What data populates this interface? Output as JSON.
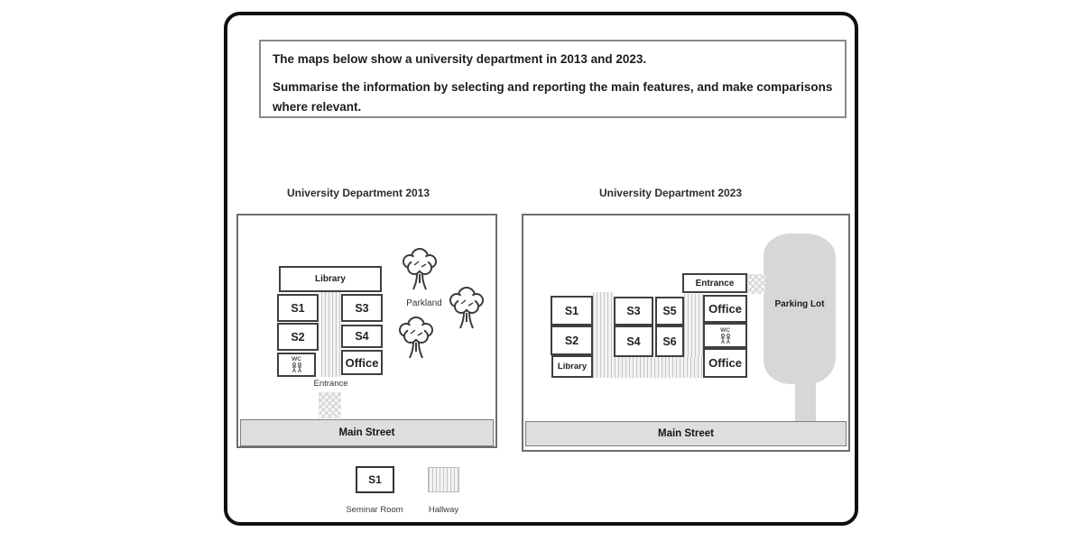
{
  "task": {
    "instruction_1": "The maps below show a university department in 2013 and 2023.",
    "instruction_2": "Summarise the information by selecting and reporting the main features, and make comparisons where relevant."
  },
  "map_2013": {
    "title": "University Department 2013",
    "rooms": {
      "library": "Library",
      "s1": "S1",
      "s2": "S2",
      "s3": "S3",
      "s4": "S4",
      "wc": "WC",
      "office": "Office"
    },
    "entrance_label": "Entrance",
    "parkland_label": "Parkland",
    "street_label": "Main Street"
  },
  "map_2023": {
    "title": "University Department 2023",
    "rooms": {
      "s1": "S1",
      "s2": "S2",
      "library": "Library",
      "s3": "S3",
      "s4": "S4",
      "s5": "S5",
      "s6": "S6",
      "entrance": "Entrance",
      "office_top": "Office",
      "wc": "WC",
      "office_bottom": "Office"
    },
    "parking_label": "Parking Lot",
    "street_label": "Main Street"
  },
  "legend": {
    "seminar_sample": "S1",
    "seminar_label": "Seminar Room",
    "hallway_label": "Hallway"
  },
  "icons": {
    "tree": "tree-icon",
    "wc_people": "wc-people-icon"
  },
  "colors": {
    "street_fill": "#dedede",
    "parking_fill": "#d7d7d7",
    "border_dark": "#3f3f3f",
    "outer_border": "#111111"
  }
}
